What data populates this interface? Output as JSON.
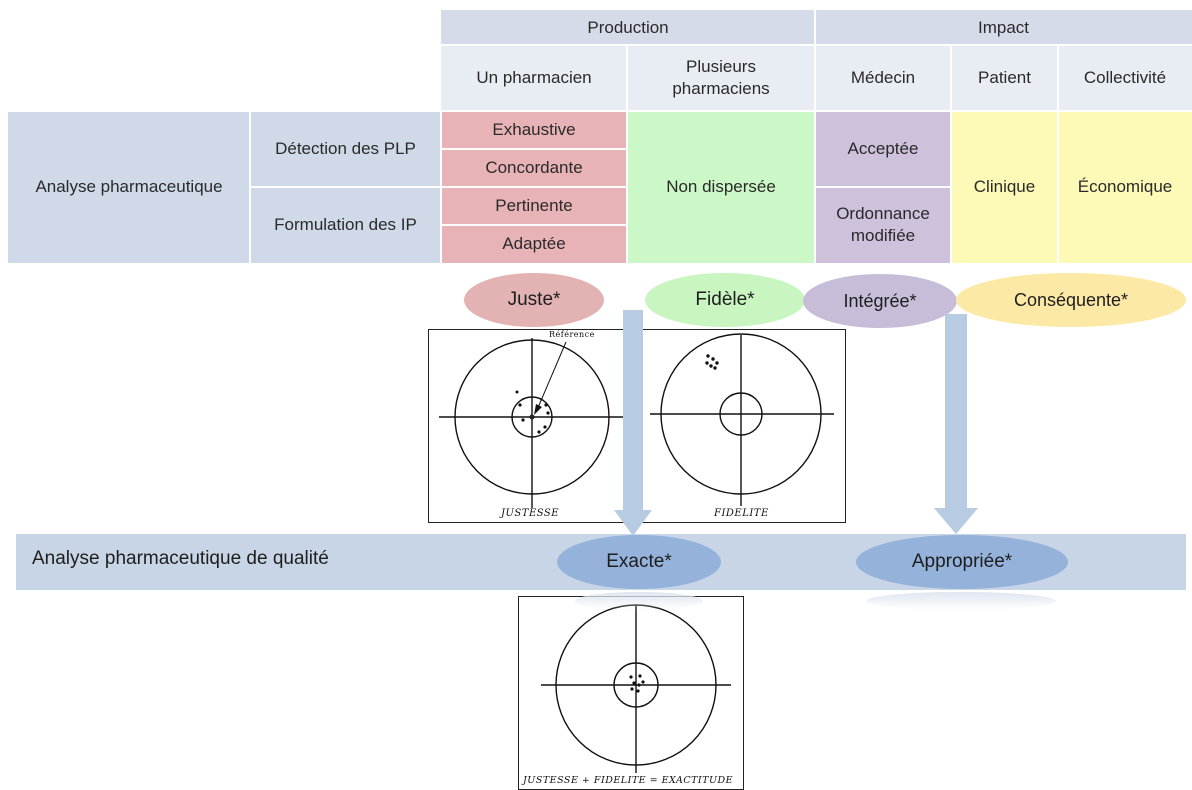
{
  "header": {
    "production": "Production",
    "impact": "Impact",
    "sub": {
      "un_pharmacien": "Un pharmacien",
      "plusieurs": "Plusieurs pharmaciens",
      "medecin": "Médecin",
      "patient": "Patient",
      "collectivite": "Collectivité"
    }
  },
  "rows": {
    "analyse": "Analyse pharmaceutique",
    "detection": "Détection des PLP",
    "formulation": "Formulation des IP"
  },
  "cells": {
    "exhaustive": "Exhaustive",
    "concordante": "Concordante",
    "pertinente": "Pertinente",
    "adaptee": "Adaptée",
    "non_dispersee": "Non dispersée",
    "acceptee": "Acceptée",
    "ordonnance": "Ordonnance modifiée",
    "clinique": "Clinique",
    "economique": "Économique"
  },
  "ellipses": {
    "juste": "Juste*",
    "fidele": "Fidèle*",
    "integree": "Intégrée*",
    "consequente": "Conséquente*",
    "exacte": "Exacte*",
    "appropriee": "Appropriée*"
  },
  "band": {
    "label": "Analyse pharmaceutique de qualité"
  },
  "targets": {
    "reference": "Référence",
    "justesse": "JUSTESSE",
    "fidelite": "FIDELITE",
    "exactitude": "JUSTESSE + FIDELITE = EXACTITUDE"
  },
  "colors": {
    "header": "#d5dbe8",
    "red": "#e8b3b6",
    "green": "#ccf7c6",
    "purple": "#cdc1dc",
    "yellow": "#fdfab7",
    "band": "#c7d5e6"
  }
}
